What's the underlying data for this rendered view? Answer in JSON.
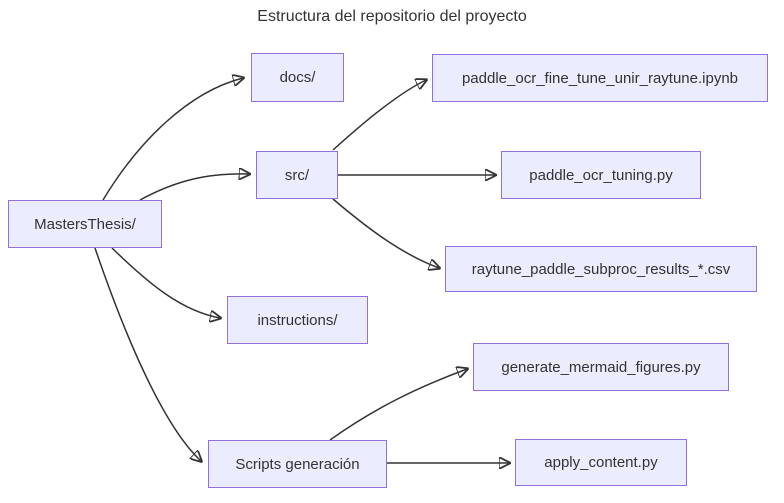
{
  "title": "Estructura del repositorio del proyecto",
  "nodes": {
    "root": {
      "label": "MastersThesis/"
    },
    "docs": {
      "label": "docs/"
    },
    "src": {
      "label": "src/"
    },
    "instructions": {
      "label": "instructions/"
    },
    "scripts": {
      "label": "Scripts generación"
    },
    "ipynb": {
      "label": "paddle_ocr_fine_tune_unir_raytune.ipynb"
    },
    "tuning": {
      "label": "paddle_ocr_tuning.py"
    },
    "csv": {
      "label": "raytune_paddle_subproc_results_*.csv"
    },
    "genfig": {
      "label": "generate_mermaid_figures.py"
    },
    "apply": {
      "label": "apply_content.py"
    }
  },
  "edges": [
    {
      "from": "root",
      "to": "docs"
    },
    {
      "from": "root",
      "to": "src"
    },
    {
      "from": "root",
      "to": "instructions"
    },
    {
      "from": "root",
      "to": "scripts"
    },
    {
      "from": "src",
      "to": "ipynb"
    },
    {
      "from": "src",
      "to": "tuning"
    },
    {
      "from": "src",
      "to": "csv"
    },
    {
      "from": "scripts",
      "to": "genfig"
    },
    {
      "from": "scripts",
      "to": "apply"
    }
  ],
  "colors": {
    "node_fill": "#ECECFF",
    "node_border": "#9370DB",
    "edge": "#333333",
    "text": "#333333",
    "background": "#FFFFFF"
  }
}
